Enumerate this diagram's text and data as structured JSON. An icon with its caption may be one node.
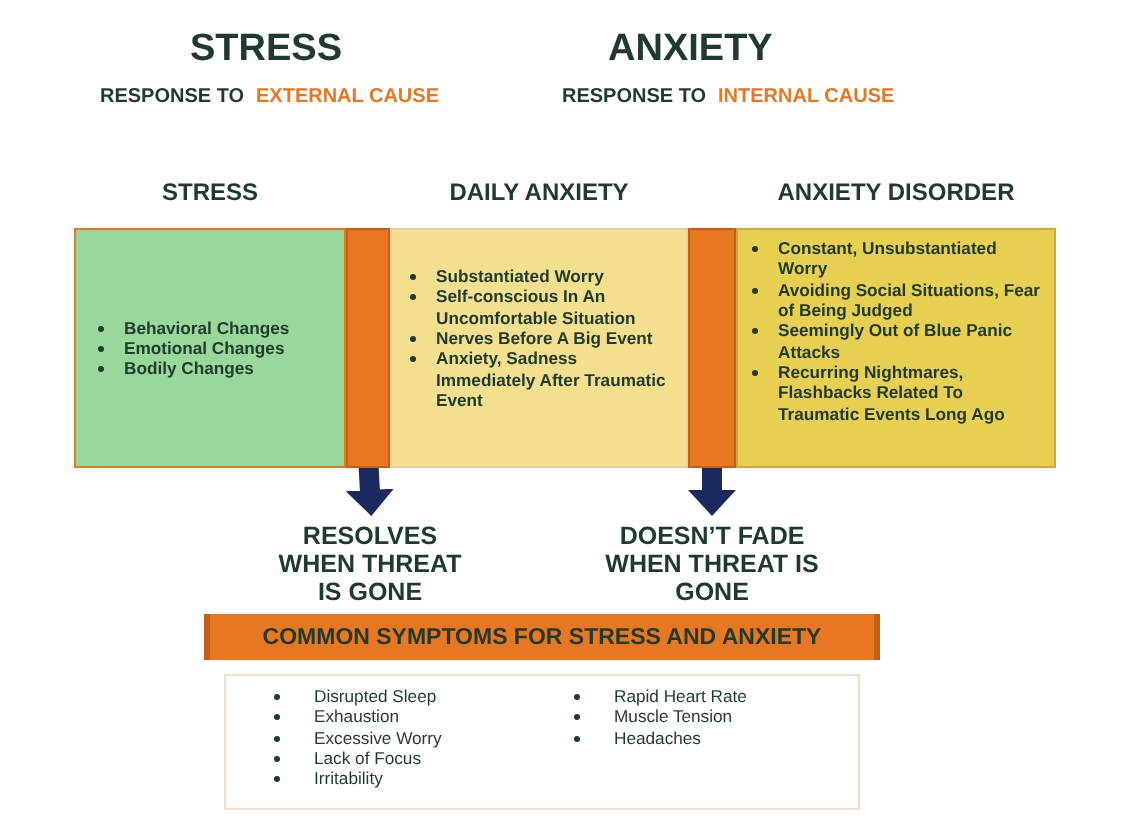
{
  "diagram": {
    "nodes": [
      {
        "text": [
          "STRESS",
          "Behavioral Changes",
          "Emotional Changes",
          "Bodily Changes"
        ]
      },
      {
        "text": [],
        "shape": "bar"
      },
      {
        "text": [
          "DAILY ANXIETY",
          "Substantiated Worry",
          "Self-conscious In An Uncomfortable Situation",
          "Nerves Before A Big Event",
          "Anxiety, Sadness Immediately After Traumatic Event"
        ]
      },
      {
        "text": [],
        "shape": "bar"
      },
      {
        "text": [
          "ANXIETY DISORDER",
          "Constant, Unsubstantiated Worry",
          "Avoiding Social Situations, Fear of Being Judged",
          "Seemingly Out of Blue Panic Attacks",
          "Recurring Nightmares, Flashbacks Related To Traumatic Events Long Ago"
        ]
      },
      {
        "text": [
          "RESOLVES WHEN THREAT IS GONE"
        ]
      },
      {
        "text": [
          "DOESN’T FADE WHEN THREAT IS GONE"
        ]
      },
      {
        "text": [
          "COMMON SYMPTOMS FOR STRESS AND ANXIETY"
        ]
      },
      {
        "text": [
          "Disrupted Sleep",
          "Exhaustion",
          "Excessive Worry",
          "Lack of Focus",
          "Irritability",
          "Rapid Heart Rate",
          "Muscle Tension",
          "Headaches"
        ]
      }
    ],
    "edges": [
      {
        "from": 1,
        "to": 5,
        "arrow": "to"
      },
      {
        "from": 3,
        "to": 6,
        "arrow": "to"
      }
    ],
    "labels": [
      "STRESS",
      "ANXIETY",
      "RESPONSE TO",
      "EXTERNAL CAUSE",
      "RESPONSE TO",
      "INTERNAL CAUSE"
    ]
  }
}
